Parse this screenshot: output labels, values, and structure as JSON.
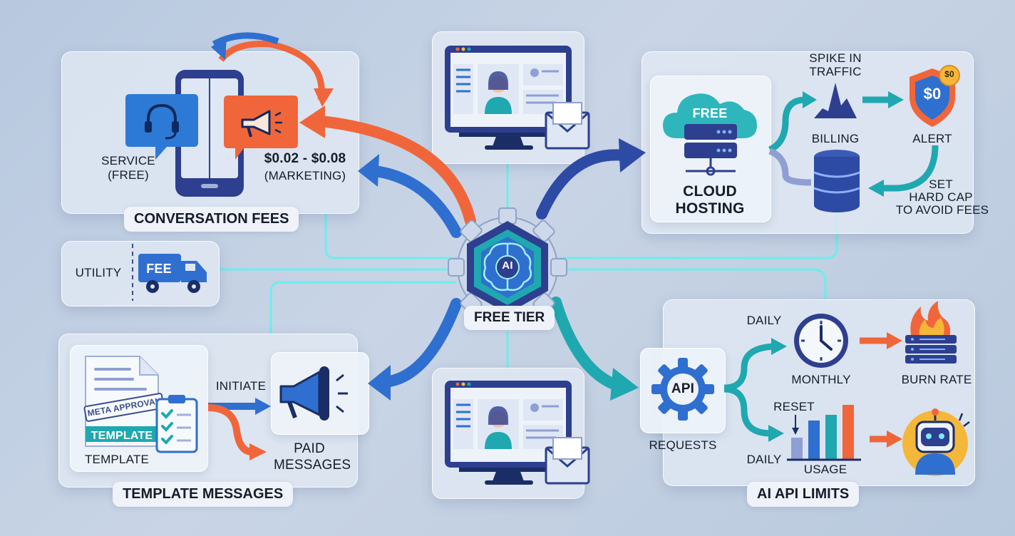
{
  "center": {
    "ai_badge": "AI",
    "label": "FREE TIER"
  },
  "conversation_fees": {
    "title": "CONVERSATION FEES",
    "service_label": "SERVICE",
    "service_sub": "(FREE)",
    "marketing_price": "$0.02 - $0.08",
    "marketing_sub": "(MARKETING)"
  },
  "utility": {
    "label": "UTILITY",
    "truck_label": "FEE"
  },
  "template_messages": {
    "title": "TEMPLATE MESSAGES",
    "stamp": "META APPROVAL",
    "doc_banner": "TEMPLATE",
    "doc_label": "TEMPLATE",
    "initiate": "INITIATE",
    "paid_line1": "PAID",
    "paid_line2": "MESSAGES"
  },
  "cloud": {
    "free_label": "FREE",
    "hosting_line1": "CLOUD",
    "hosting_line2": "HOSTING",
    "spike_line1": "SPIKE IN",
    "spike_line2": "TRAFFIC",
    "billing": "BILLING",
    "alert": "ALERT",
    "shield_value": "$0",
    "coin_value": "$0",
    "cap_line1": "SET",
    "cap_line2": "HARD CAP",
    "cap_line3": "TO AVOID FEES"
  },
  "ai_api": {
    "title": "AI API LIMITS",
    "api_label": "API",
    "requests": "REQUESTS",
    "daily_top": "DAILY",
    "monthly": "MONTHLY",
    "burn_rate": "BURN RATE",
    "reset": "RESET",
    "daily_bottom": "DAILY",
    "usage": "USAGE"
  },
  "colors": {
    "blue": "#2f6fd0",
    "orange": "#f0663a",
    "teal": "#1fa8b0",
    "navy": "#2b3f8f",
    "cyan_glow": "#5ef0ef"
  }
}
